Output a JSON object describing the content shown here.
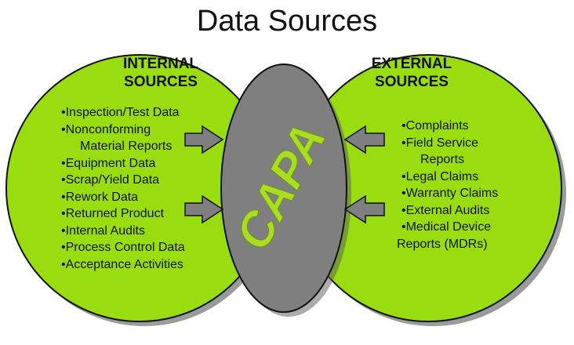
{
  "title": "Data Sources",
  "center": {
    "label": "CAPA"
  },
  "internal": {
    "heading": [
      "INTERNAL",
      "SOURCES"
    ],
    "items": [
      [
        "•Inspection/Test Data"
      ],
      [
        "•Nonconforming",
        "Material Reports"
      ],
      [
        "•Equipment Data"
      ],
      [
        "•Scrap/Yield Data"
      ],
      [
        "•Rework Data"
      ],
      [
        "•Returned Product"
      ],
      [
        "•Internal Audits"
      ],
      [
        "•Process Control Data"
      ],
      [
        "•Acceptance Activities"
      ]
    ]
  },
  "external": {
    "heading": [
      "EXTERNAL",
      "SOURCES"
    ],
    "items": [
      [
        "•Complaints"
      ],
      [
        "•Field Service",
        "Reports"
      ],
      [
        "•Legal Claims"
      ],
      [
        "•Warranty Claims"
      ],
      [
        "•External Audits"
      ],
      [
        "•Medical Device",
        "Reports (MDRs)"
      ]
    ]
  },
  "colors": {
    "circle_fill": "#99dd11",
    "circle_stroke": "#111111",
    "shadow": "#7a7a7a",
    "ellipse_fill": "#7f7f7f",
    "capa_text": "#aadd22",
    "arrow_fill": "#7f7f7f"
  }
}
